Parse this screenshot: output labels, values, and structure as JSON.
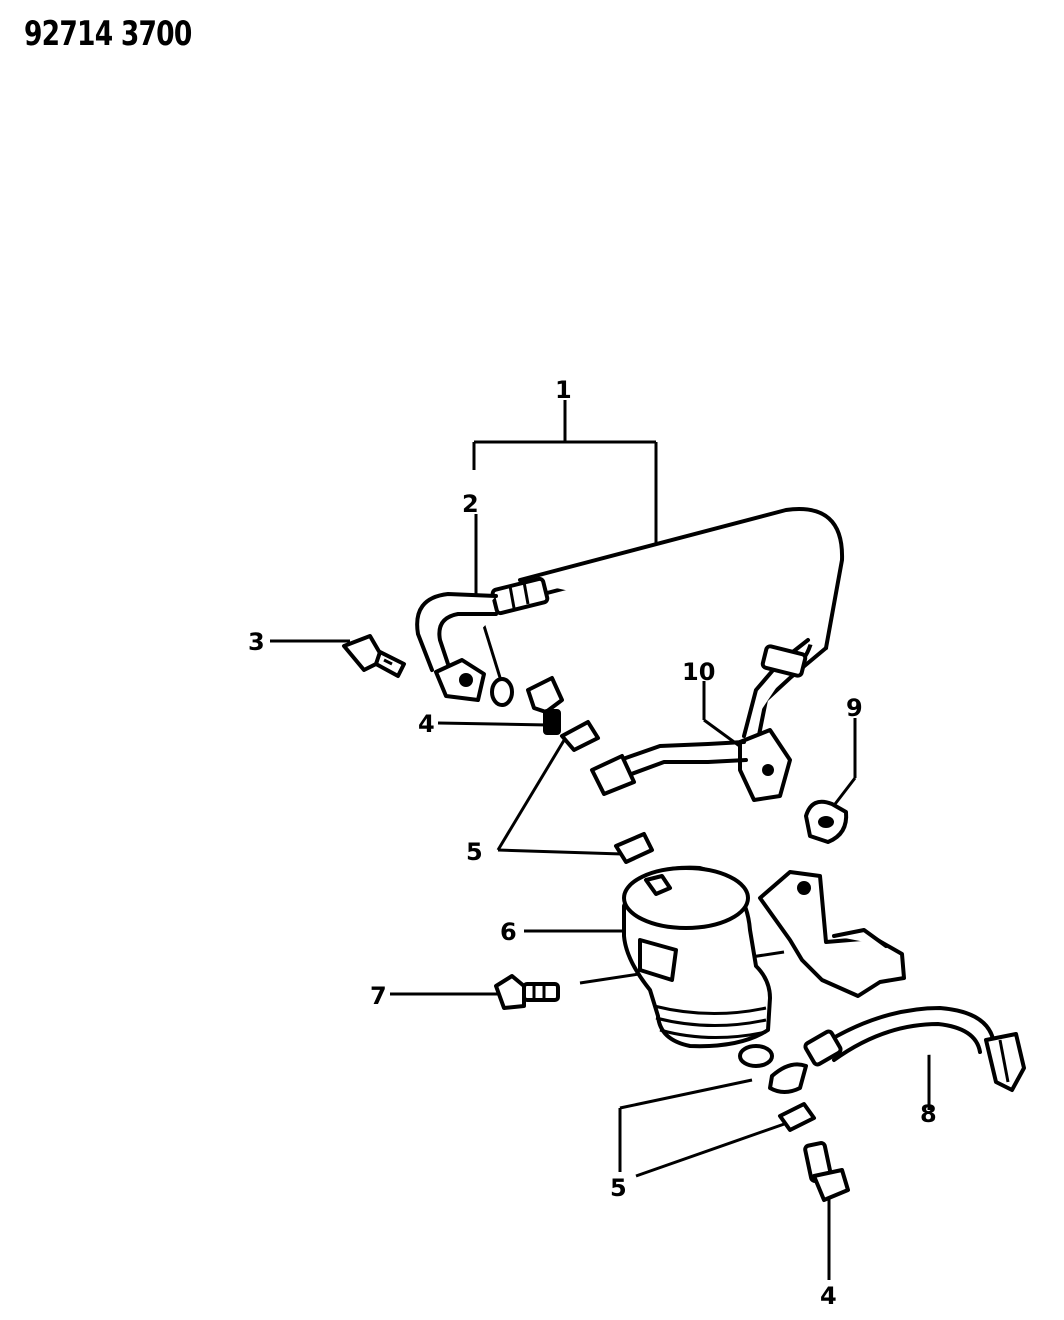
{
  "diagram_code": "92714 3700",
  "callouts": {
    "c1": "1",
    "c2": "2",
    "c3": "3",
    "c4a": "4",
    "c4b": "4",
    "c5a": "5",
    "c5b": "5",
    "c6": "6",
    "c7": "7",
    "c8": "8",
    "c9": "9",
    "c10": "10"
  }
}
